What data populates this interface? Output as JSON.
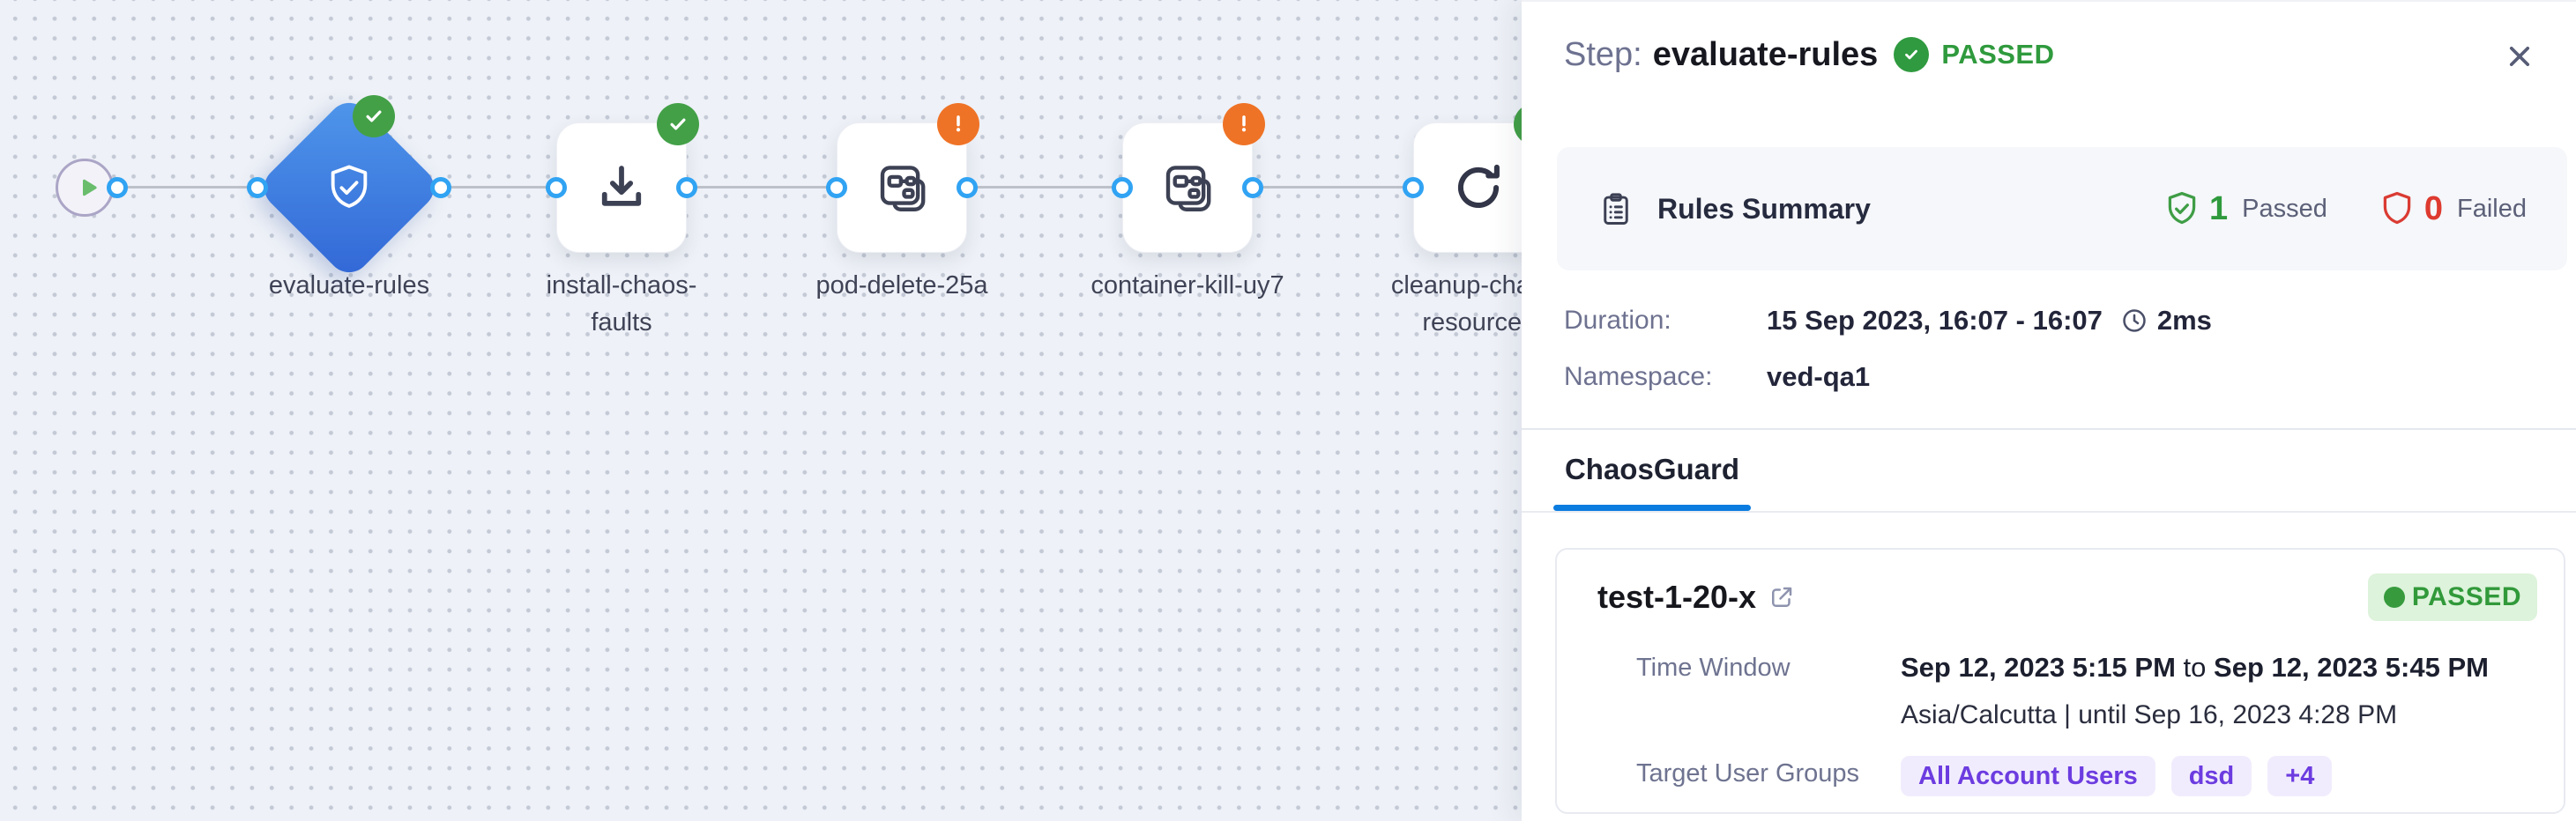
{
  "colors": {
    "accent_blue": "#0b7ce0",
    "node_blue": "#3d7fe0",
    "success_green": "#339b43",
    "warning_orange": "#ef7326",
    "error_red": "#de3a2f",
    "purple": "#6c3ce0"
  },
  "pipeline": {
    "nodes": [
      {
        "id": "start",
        "type": "start",
        "label": ""
      },
      {
        "id": "evaluate-rules",
        "type": "diamond",
        "status": "passed",
        "label": "evaluate-rules"
      },
      {
        "id": "install-chaos-faults",
        "type": "step",
        "status": "passed",
        "label": "install-chaos-faults"
      },
      {
        "id": "pod-delete-25a",
        "type": "fault",
        "status": "warning",
        "label": "pod-delete-25a"
      },
      {
        "id": "container-kill-uy7",
        "type": "fault",
        "status": "warning",
        "label": "container-kill-uy7"
      },
      {
        "id": "cleanup-chaos-resources",
        "type": "step",
        "status": "passed",
        "label": "cleanup-chaos-resources"
      }
    ]
  },
  "panel": {
    "header": {
      "prefix": "Step:",
      "name": "evaluate-rules",
      "status": "PASSED"
    },
    "rules_summary": {
      "title": "Rules Summary",
      "passed_count": "1",
      "passed_label": "Passed",
      "failed_count": "0",
      "failed_label": "Failed"
    },
    "meta": {
      "duration_label": "Duration:",
      "duration_value": "15 Sep 2023, 16:07 - 16:07",
      "duration_elapsed": "2ms",
      "namespace_label": "Namespace:",
      "namespace_value": "ved-qa1"
    },
    "tabs": [
      {
        "label": "ChaosGuard",
        "active": true
      }
    ],
    "chaosguard": {
      "name": "test-1-20-x",
      "status": "PASSED",
      "time_window_label": "Time Window",
      "time_from": "Sep 12, 2023 5:15 PM",
      "time_join": "to",
      "time_to": "Sep 12, 2023 5:45 PM",
      "timezone_line": "Asia/Calcutta | until Sep 16, 2023 4:28 PM",
      "target_label": "Target User Groups",
      "groups": [
        "All Account Users",
        "dsd",
        "+4"
      ]
    }
  }
}
